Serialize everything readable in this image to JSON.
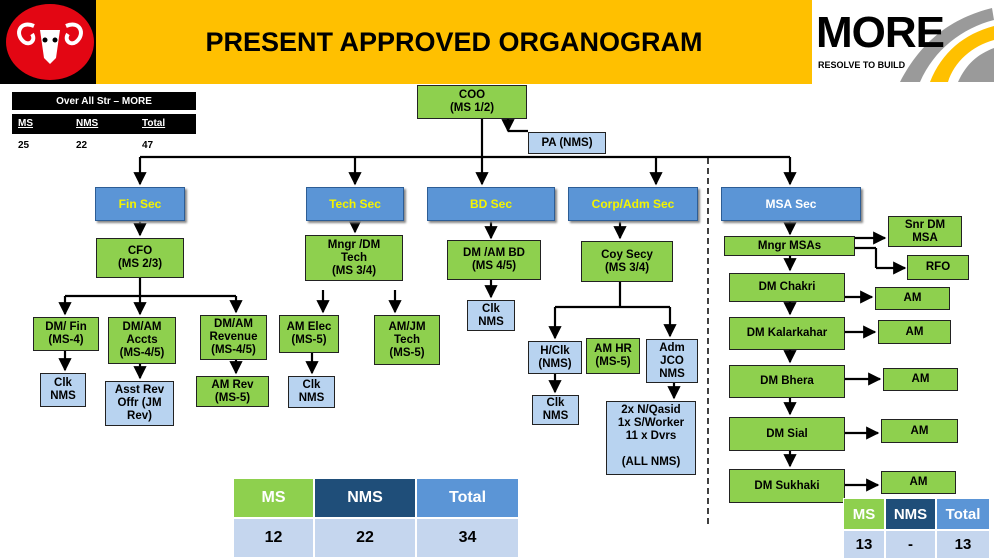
{
  "header": {
    "title": "PRESENT APPROVED ORGANOGRAM",
    "brand_name": "MORE",
    "brand_tagline": "RESOLVE TO BUILD"
  },
  "strength": {
    "title": "Over All Str – MORE",
    "headers": [
      "MS",
      "NMS",
      "Total"
    ],
    "values": [
      "25",
      "22",
      "47"
    ]
  },
  "nodes": {
    "coo": {
      "line1": "COO",
      "line2": "(MS 1/2)"
    },
    "pa": "PA (NMS)",
    "fin_sec": "Fin Sec",
    "tech_sec": "Tech Sec",
    "bd_sec": "BD Sec",
    "corp_sec": "Corp/Adm Sec",
    "msa_sec": "MSA Sec",
    "cfo": {
      "line1": "CFO",
      "line2": "(MS 2/3)"
    },
    "mngr_tech": {
      "line1": "Mngr /DM",
      "line2": "Tech",
      "line3": "(MS 3/4)"
    },
    "dm_bd": {
      "line1": "DM /AM BD",
      "line2": "(MS 4/5)"
    },
    "coy_secy": {
      "line1": "Coy Secy",
      "line2": "(MS 3/4)"
    },
    "mngr_msa": "Mngr MSAs",
    "snr_dm_msa": {
      "line1": "Snr DM",
      "line2": "MSA"
    },
    "rfo": "RFO",
    "dm_fin": {
      "line1": "DM/ Fin",
      "line2": "(MS-4)"
    },
    "dm_accts": {
      "line1": "DM/AM",
      "line2": "Accts",
      "line3": "(MS-4/5)"
    },
    "dm_revenue": {
      "line1": "DM/AM",
      "line2": "Revenue",
      "line3": "(MS-4/5)"
    },
    "clk_fin": {
      "line1": "Clk",
      "line2": "NMS"
    },
    "asst_rev": {
      "line1": "Asst Rev",
      "line2": "Offr (JM",
      "line3": "Rev)"
    },
    "am_rev": {
      "line1": "AM Rev",
      "line2": "(MS-5)"
    },
    "am_elec": {
      "line1": "AM Elec",
      "line2": "(MS-5)"
    },
    "clk_tech": {
      "line1": "Clk",
      "line2": "NMS"
    },
    "am_jm_tech": {
      "line1": "AM/JM",
      "line2": "Tech",
      "line3": "(MS-5)"
    },
    "clk_bd": {
      "line1": "Clk",
      "line2": "NMS"
    },
    "h_clk": {
      "line1": "H/Clk",
      "line2": "(NMS)"
    },
    "clk_corp": {
      "line1": "Clk",
      "line2": "NMS"
    },
    "am_hr": {
      "line1": "AM HR",
      "line2": "(MS-5)"
    },
    "adm_jco": {
      "line1": "Adm",
      "line2": "JCO",
      "line3": "NMS"
    },
    "workers": {
      "line1": "2x N/Qasid",
      "line2": "1x S/Worker",
      "line3": "11 x Dvrs",
      "line4": "(ALL NMS)"
    },
    "dm_chakri": "DM Chakri",
    "dm_kalarkahar": "DM  Kalarkahar",
    "dm_bhera": "DM  Bhera",
    "dm_sial": "DM Sial",
    "dm_sukhaki": "DM Sukhaki",
    "am_label": "AM"
  },
  "summary_left": {
    "headers": [
      "MS",
      "NMS",
      "Total"
    ],
    "values": [
      "12",
      "22",
      "34"
    ]
  },
  "summary_right": {
    "headers": [
      "MS",
      "NMS",
      "Total"
    ],
    "values": [
      "13",
      "-",
      "13"
    ]
  },
  "colors": {
    "header_bg": "#ffc000",
    "green": "#8ed04e",
    "light_blue": "#b8d3f0",
    "mid_blue": "#5b95d6",
    "dark_blue": "#1f4e79",
    "yellow_text": "#f4f400"
  }
}
